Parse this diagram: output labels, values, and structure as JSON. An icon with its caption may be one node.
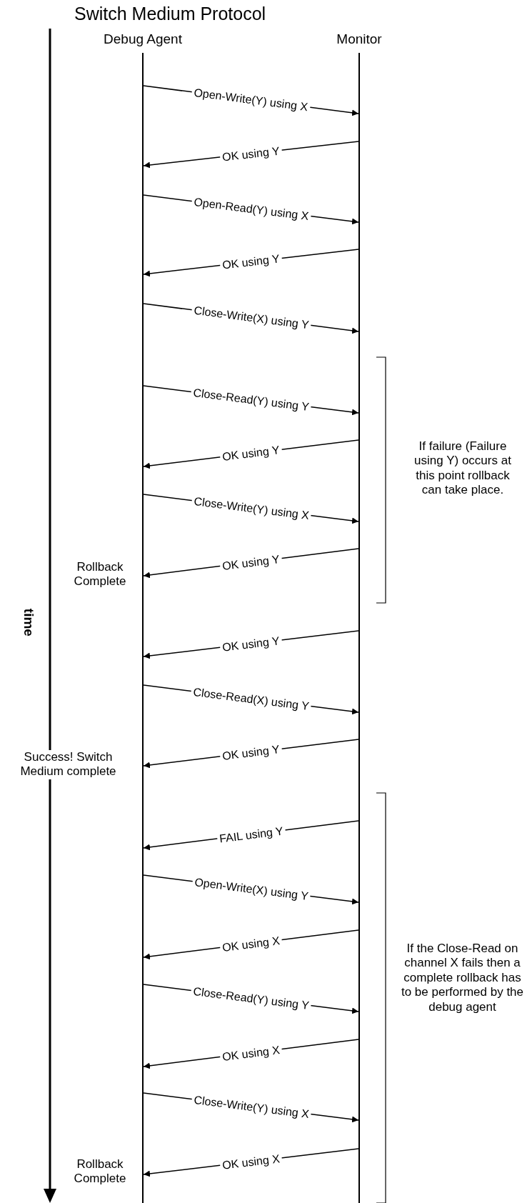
{
  "diagram": {
    "title": "Switch Medium Protocol",
    "nodes": [
      {
        "text": [
          "Debug Agent"
        ]
      },
      {
        "text": [
          "Monitor"
        ]
      }
    ],
    "edges": [
      {
        "from": 0,
        "to": 1,
        "arrow": "to",
        "label": "Open-Write(Y) using X"
      },
      {
        "from": 1,
        "to": 0,
        "arrow": "to",
        "label": "OK using Y"
      },
      {
        "from": 0,
        "to": 1,
        "arrow": "to",
        "label": "Open-Read(Y) using X"
      },
      {
        "from": 1,
        "to": 0,
        "arrow": "to",
        "label": "OK using Y"
      },
      {
        "from": 0,
        "to": 1,
        "arrow": "to",
        "label": "Close-Write(X) using Y"
      },
      {
        "from": 0,
        "to": 1,
        "arrow": "to",
        "label": "Close-Read(Y) using Y"
      },
      {
        "from": 1,
        "to": 0,
        "arrow": "to",
        "label": "OK using Y"
      },
      {
        "from": 0,
        "to": 1,
        "arrow": "to",
        "label": "Close-Write(Y) using X"
      },
      {
        "from": 1,
        "to": 0,
        "arrow": "to",
        "label": "OK using Y"
      },
      {
        "from": 1,
        "to": 0,
        "arrow": "to",
        "label": "OK using Y"
      },
      {
        "from": 0,
        "to": 1,
        "arrow": "to",
        "label": "Close-Read(X) using Y"
      },
      {
        "from": 1,
        "to": 0,
        "arrow": "to",
        "label": "OK using Y"
      },
      {
        "from": 1,
        "to": 0,
        "arrow": "to",
        "label": "FAIL using Y"
      },
      {
        "from": 0,
        "to": 1,
        "arrow": "to",
        "label": "Open-Write(X) using Y"
      },
      {
        "from": 1,
        "to": 0,
        "arrow": "to",
        "label": "OK using X"
      },
      {
        "from": 0,
        "to": 1,
        "arrow": "to",
        "label": "Close-Read(Y) using Y"
      },
      {
        "from": 1,
        "to": 0,
        "arrow": "to",
        "label": "OK using X"
      },
      {
        "from": 0,
        "to": 1,
        "arrow": "to",
        "label": "Close-Write(Y) using X"
      },
      {
        "from": 1,
        "to": 0,
        "arrow": "to",
        "label": "OK using X"
      }
    ],
    "labels": [
      "If failure (Failure using Y) occurs at this point rollback can take place.",
      "Rollback Complete",
      "time",
      "Success! Switch Medium complete",
      "If the Close-Read on channel X fails then a complete rollback has to be performed by the debug agent",
      "Rollback Complete"
    ]
  }
}
